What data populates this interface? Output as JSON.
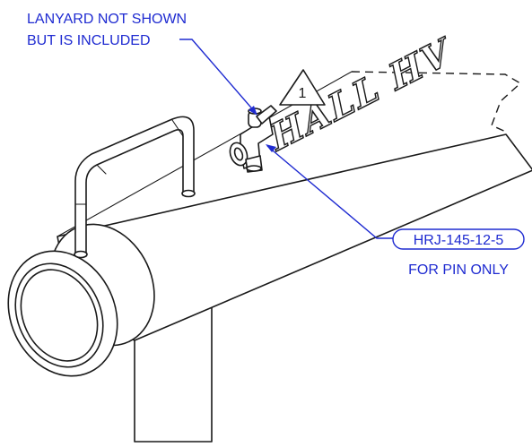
{
  "callouts": {
    "lanyard_line1": "LANYARD NOT SHOWN",
    "lanyard_line2": "BUT IS INCLUDED",
    "part_number": "HRJ-145-12-5",
    "part_note": "FOR PIN ONLY"
  },
  "revision_flag": "1",
  "engraving": "HALL HV",
  "colors": {
    "callout": "#1f2bd1",
    "line": "#1a1a1a",
    "background": "#ffffff"
  }
}
